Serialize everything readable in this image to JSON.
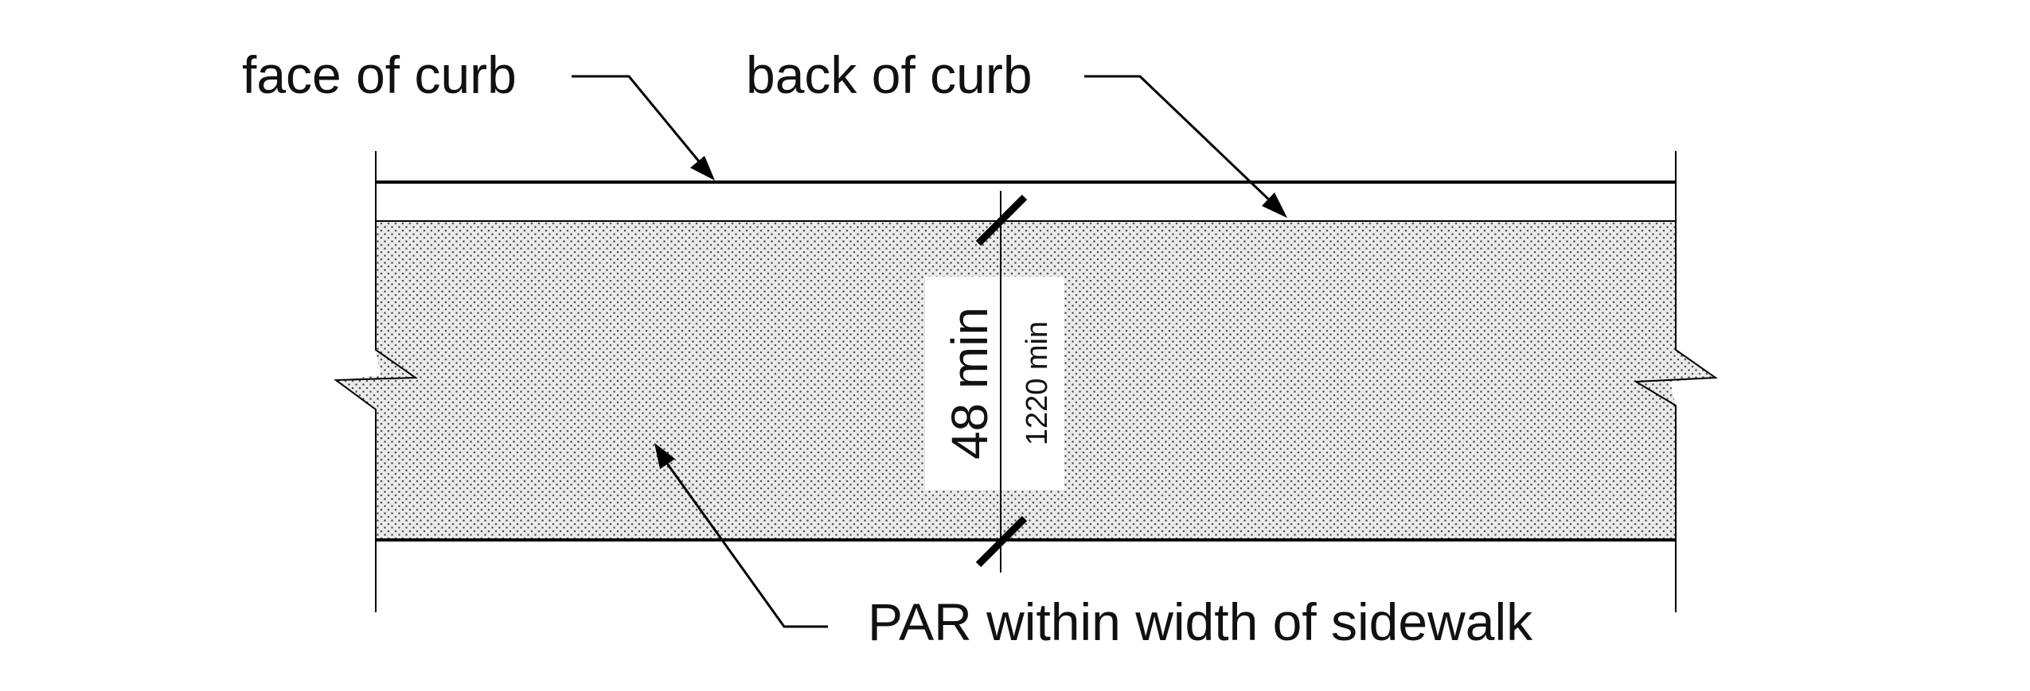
{
  "labels": {
    "face_of_curb": "face of curb",
    "back_of_curb": "back of curb",
    "par": "PAR within width of sidewalk"
  },
  "dimension": {
    "imperial": "48 min",
    "metric": "1220 min"
  }
}
